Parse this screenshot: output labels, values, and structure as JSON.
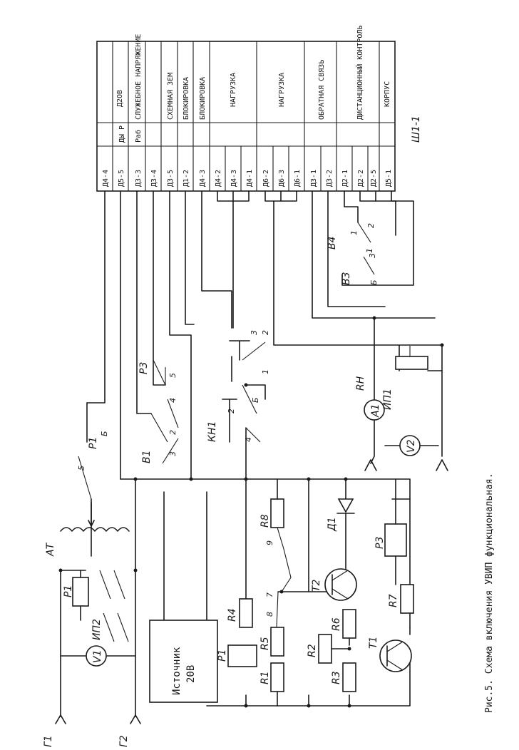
{
  "caption": "Рис.5. Схема включения УВИП функциональная.",
  "connector": {
    "name": "Ш1-1",
    "pins": [
      {
        "pin": "Д4-4",
        "label": "Д2ОВ"
      },
      {
        "pin": "Д5-5",
        "label": "Д2ОВ"
      },
      {
        "pin": "Д3-3",
        "label": "СЛУЖЕБНОЕ НАПРЯЖЕНИЕ"
      },
      {
        "pin": "Д3-4",
        "label": "СХЕМНАЯ ЗЕМ"
      },
      {
        "pin": "Д3-5",
        "label": "СХЕМНАЯ ЗЕМ"
      },
      {
        "pin": "Д1-2",
        "label": "БЛОКИРОВКА"
      },
      {
        "pin": "Д4-3",
        "label": "БЛОКИРОВКА"
      },
      {
        "pin": "Д4-2",
        "label": "НАГРУЗКА"
      },
      {
        "pin": "Д4-3",
        "label": "НАГРУЗКА"
      },
      {
        "pin": "Д4-1",
        "label": "НАГРУЗКА"
      },
      {
        "pin": "Д6-2",
        "label": "НАГРУЗКА"
      },
      {
        "pin": "Д6-3",
        "label": "НАГРУЗКА"
      },
      {
        "pin": "Д6-1",
        "label": "НАГРУЗКА"
      },
      {
        "pin": "Д3-1",
        "label": "ОБРАТНАЯ СВЯЗЬ"
      },
      {
        "pin": "Д3-2",
        "label": "ОБРАТНАЯ СВЯЗЬ"
      },
      {
        "pin": "Д2-1",
        "label": "ДИСТАНЦИОННЫЙ КОНТРОЛЬ"
      },
      {
        "pin": "Д2-2",
        "label": "ДИСТАНЦИОННЫЙ КОНТРОЛЬ"
      },
      {
        "pin": "Д2-5",
        "label": "ДИСТАНЦИОННЫЙ КОНТРОЛЬ"
      },
      {
        "pin": "Д5-1",
        "label": "КОРПУС"
      }
    ],
    "sub_labels": [
      "ДЫ Р",
      "Раб"
    ]
  },
  "labels": {
    "g1": "Г1",
    "g2": "Г2",
    "v1": "V1",
    "ip2": "ИП2",
    "p1": "Р1",
    "at": "АТ",
    "source_l1": "Источник",
    "source_l2": "20В",
    "r1": "R1",
    "r5": "R5",
    "r4": "R4",
    "r2": "R2",
    "r3": "R3",
    "r6": "R6",
    "r7": "R7",
    "r8": "R8",
    "t1": "Т1",
    "t2": "Т2",
    "d1": "Д1",
    "p3": "Р3",
    "p1_relay": "Р1",
    "b1": "В1",
    "p3_contact": "Р3",
    "kn1": "КН1",
    "a1": "А1",
    "v2": "V2",
    "ip1": "ИП1",
    "r_h": "RН",
    "b3": "В3",
    "b4": "В4",
    "p1_b": "Р1",
    "b6": "Б",
    "n5": "5",
    "n1": "1",
    "n2": "2",
    "n3": "3",
    "n4": "4",
    "n7": "7",
    "n8": "8",
    "n9": "9",
    "nb": "Б"
  }
}
